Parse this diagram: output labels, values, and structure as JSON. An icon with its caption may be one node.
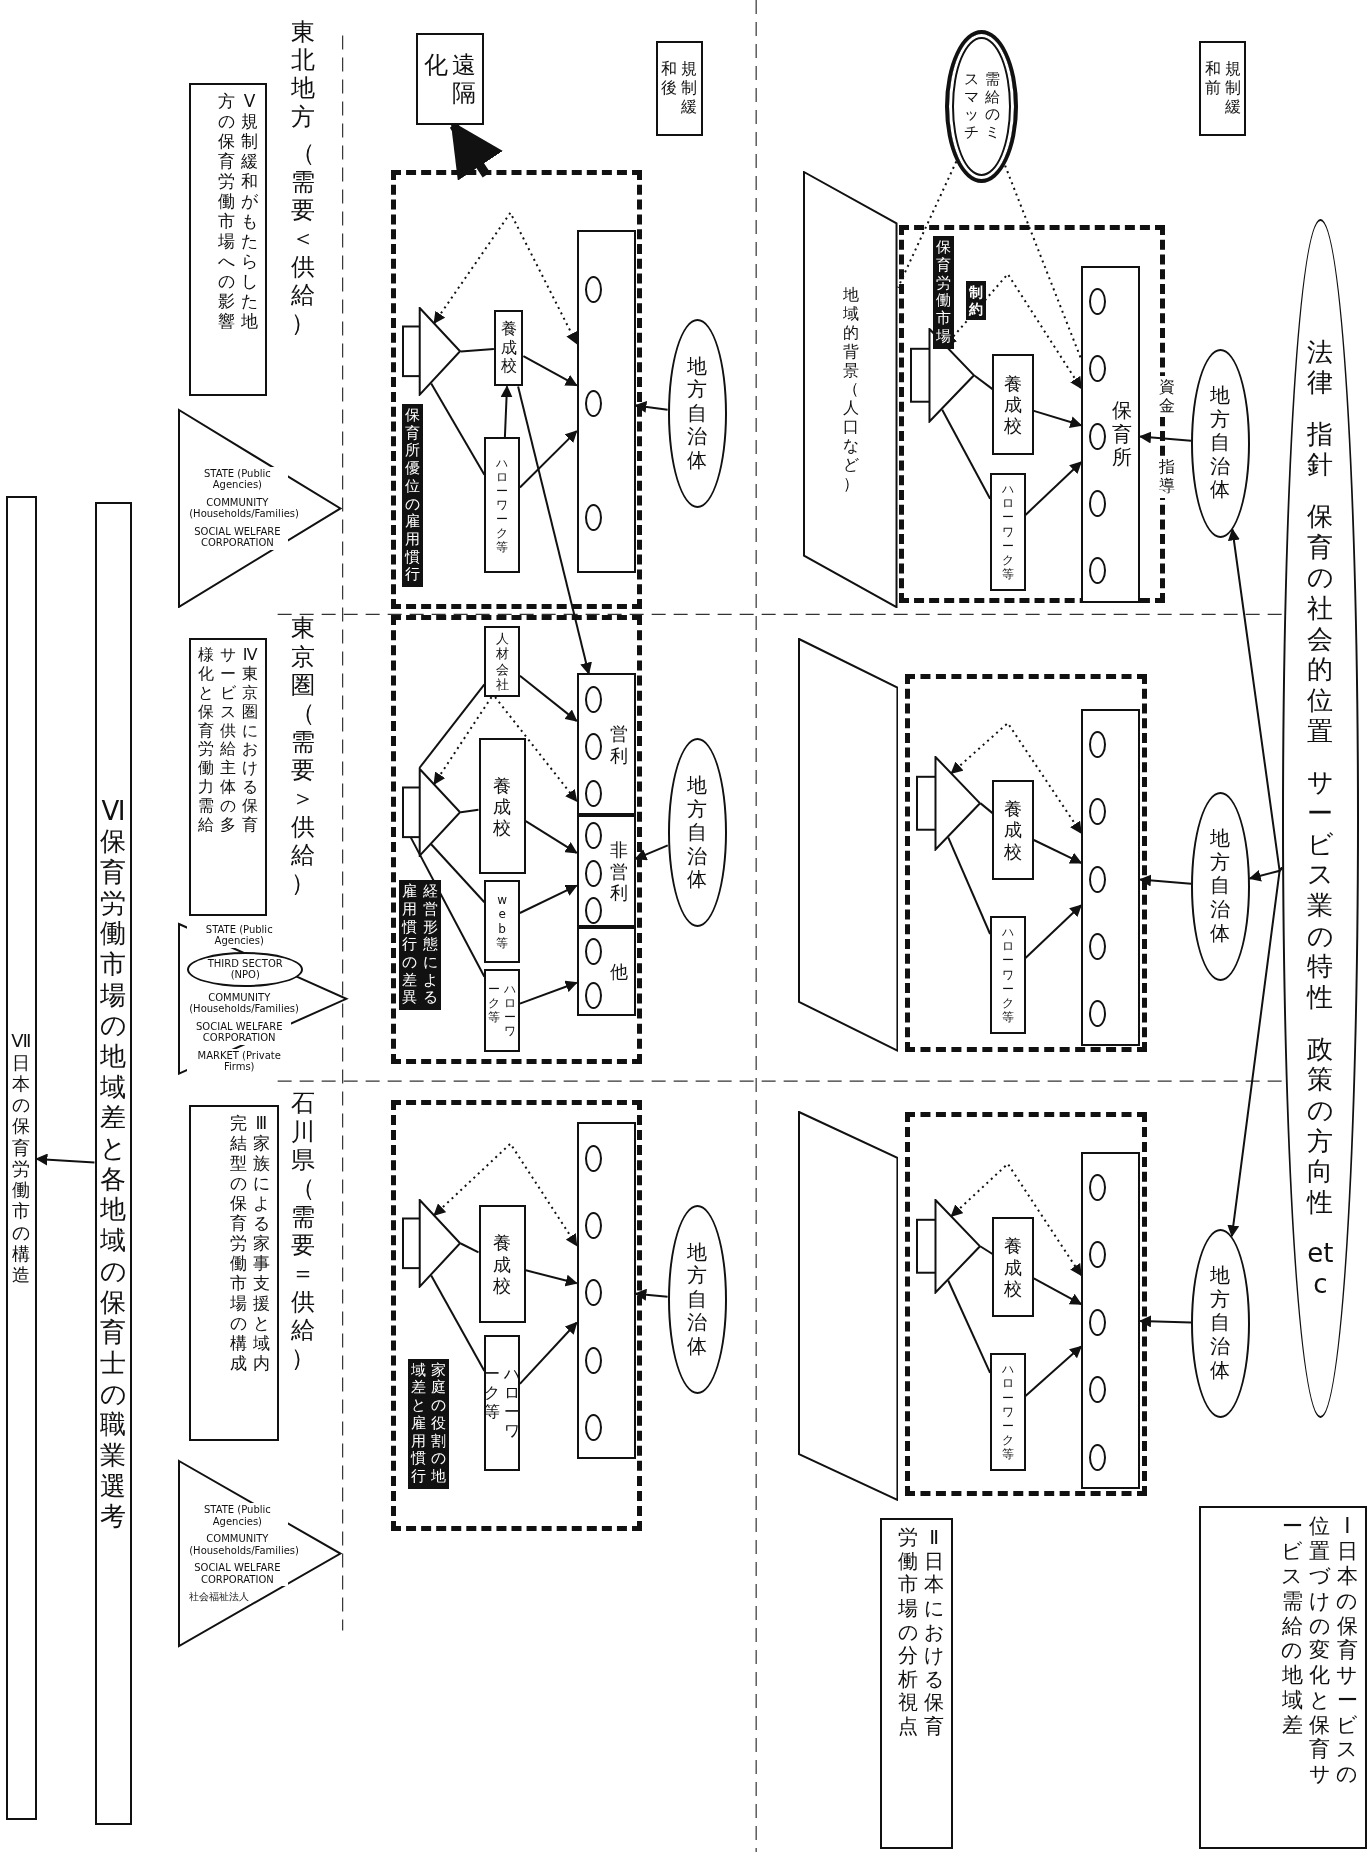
{
  "diagram": {
    "nodes": [
      {
        "text": [
          "法律",
          "指針",
          "保育の社会的位置",
          "サービス業の特性",
          "政策の方向性",
          "etc"
        ]
      },
      {
        "text": [
          "Ⅰ日本の保育サービスの位置づけの変化と保育サービス需給の地域差"
        ]
      },
      {
        "text": [
          "規制緩和前"
        ]
      },
      {
        "text": [
          "需給のミスマッチ"
        ]
      },
      {
        "text": [
          "地方自治体"
        ]
      },
      {
        "text": [
          "保育労働市場"
        ]
      },
      {
        "text": [
          "保育所"
        ],
        "in": 5
      },
      {
        "text": [
          "養成校"
        ],
        "in": 5
      },
      {
        "text": [
          "ハローワーク等"
        ],
        "in": 5
      },
      {
        "text": [],
        "shape": "triangle",
        "in": 5
      },
      {
        "text": [
          "地域的背景（人口など）"
        ]
      },
      {
        "text": [
          "地方自治体"
        ]
      },
      {
        "text": [],
        "shape": "box"
      },
      {
        "text": [],
        "shape": "box",
        "in": 12
      },
      {
        "text": [
          "養成校"
        ],
        "in": 12
      },
      {
        "text": [
          "ハローワーク等"
        ],
        "in": 12
      },
      {
        "text": [],
        "shape": "triangle",
        "in": 12
      },
      {
        "text": [],
        "shape": "parallelogram"
      },
      {
        "text": [
          "地方自治体"
        ]
      },
      {
        "text": [],
        "shape": "box"
      },
      {
        "text": [],
        "shape": "box",
        "in": 19
      },
      {
        "text": [
          "養成校"
        ],
        "in": 19
      },
      {
        "text": [
          "ハローワーク等"
        ],
        "in": 19
      },
      {
        "text": [],
        "shape": "triangle",
        "in": 19
      },
      {
        "text": [],
        "shape": "parallelogram"
      },
      {
        "text": [
          "Ⅱ日本における保育労働市場の分析視点"
        ]
      },
      {
        "text": [
          "規制緩和後"
        ]
      },
      {
        "text": [
          "遠隔化"
        ]
      },
      {
        "text": [
          "地方自治体"
        ]
      },
      {
        "text": [
          "保育所優位の雇用慣行"
        ]
      },
      {
        "text": [],
        "shape": "box",
        "in": 29
      },
      {
        "text": [
          "養成校"
        ],
        "in": 29
      },
      {
        "text": [
          "ハローワーク等"
        ],
        "in": 29
      },
      {
        "text": [],
        "shape": "triangle",
        "in": 29
      },
      {
        "text": [
          "地方自治体"
        ]
      },
      {
        "text": [
          "経営形態による雇用慣行の差異"
        ]
      },
      {
        "text": [
          "営利"
        ],
        "in": 35
      },
      {
        "text": [
          "非営利"
        ],
        "in": 35
      },
      {
        "text": [
          "他"
        ],
        "in": 35
      },
      {
        "text": [
          "人材会社"
        ],
        "in": 35
      },
      {
        "text": [
          "養成校"
        ],
        "in": 35
      },
      {
        "text": [
          "web等"
        ],
        "in": 35
      },
      {
        "text": [
          "ハローワーク等"
        ],
        "in": 35
      },
      {
        "text": [],
        "shape": "triangle",
        "in": 35
      },
      {
        "text": [
          "地方自治体"
        ]
      },
      {
        "text": [
          "家庭の役割の地域差と雇用慣行"
        ]
      },
      {
        "text": [],
        "shape": "box",
        "in": 45
      },
      {
        "text": [
          "養成校"
        ],
        "in": 45
      },
      {
        "text": [
          "ハローワーク等"
        ],
        "in": 45
      },
      {
        "text": [],
        "shape": "triangle",
        "in": 45
      },
      {
        "text": [
          "Ⅴ規制緩和がもたらした地方の保育労働市場への影響"
        ]
      },
      {
        "text": [
          "STATE (Public Agencies)",
          "COMMUNITY (Households/Families)",
          "SOCIAL WELFARE CORPORATION"
        ]
      },
      {
        "text": [
          "Ⅳ東京圏における保育サービス供給主体の多様化と保育労働力需給"
        ]
      },
      {
        "text": [
          "STATE (Public Agencies)",
          "THIRD SECTOR (NPO)",
          "COMMUNITY (Households/Families)",
          "SOCIAL WELFARE CORPORATION",
          "MARKET (Private Firms)"
        ]
      },
      {
        "text": [
          "Ⅲ家族による家事支援と域内完結型の保育労働市場の構成"
        ]
      },
      {
        "text": [
          "STATE (Public Agencies)",
          "COMMUNITY (Households/Families)",
          "SOCIAL WELFARE CORPORATION",
          "社会福祉法人"
        ]
      },
      {
        "text": [
          "Ⅵ保育労働市場の地域差と各地域の保育士の職業選考"
        ]
      },
      {
        "text": [
          "Ⅶ日本の保育労働市の構造"
        ]
      }
    ],
    "edges": [
      {
        "from": 0,
        "to": 4,
        "arrow": "to"
      },
      {
        "from": 0,
        "to": 11,
        "arrow": "to"
      },
      {
        "from": 0,
        "to": 18,
        "arrow": "to"
      },
      {
        "from": 4,
        "to": 6,
        "arrow": "to",
        "label": "資金"
      },
      {
        "from": 3,
        "to": 6,
        "arrow": "none",
        "style": "dashed"
      },
      {
        "from": 3,
        "to": 10,
        "arrow": "none",
        "style": "dashed"
      },
      {
        "from": 9,
        "to": 7,
        "arrow": "none"
      },
      {
        "from": 7,
        "to": 6,
        "arrow": "to"
      },
      {
        "from": 9,
        "to": 8,
        "arrow": "none"
      },
      {
        "from": 8,
        "to": 6,
        "arrow": "to"
      },
      {
        "from": 9,
        "to": 6,
        "arrow": "both",
        "style": "dashed",
        "label": "制約"
      },
      {
        "from": 11,
        "to": 13,
        "arrow": "to"
      },
      {
        "from": 16,
        "to": 14,
        "arrow": "none"
      },
      {
        "from": 14,
        "to": 13,
        "arrow": "to"
      },
      {
        "from": 16,
        "to": 15,
        "arrow": "none"
      },
      {
        "from": 15,
        "to": 13,
        "arrow": "to"
      },
      {
        "from": 16,
        "to": 13,
        "arrow": "both",
        "style": "dashed"
      },
      {
        "from": 18,
        "to": 20,
        "arrow": "to"
      },
      {
        "from": 23,
        "to": 21,
        "arrow": "none"
      },
      {
        "from": 21,
        "to": 20,
        "arrow": "to"
      },
      {
        "from": 23,
        "to": 22,
        "arrow": "none"
      },
      {
        "from": 22,
        "to": 20,
        "arrow": "to"
      },
      {
        "from": 23,
        "to": 20,
        "arrow": "both",
        "style": "dashed"
      },
      {
        "from": 28,
        "to": 30,
        "arrow": "to"
      },
      {
        "from": 33,
        "to": 31,
        "arrow": "none"
      },
      {
        "from": 31,
        "to": 30,
        "arrow": "to"
      },
      {
        "from": 33,
        "to": 32,
        "arrow": "none"
      },
      {
        "from": 32,
        "to": 30,
        "arrow": "to"
      },
      {
        "from": 32,
        "to": 31,
        "arrow": "to"
      },
      {
        "from": 33,
        "to": 30,
        "arrow": "both",
        "style": "dashed"
      },
      {
        "from": 29,
        "to": 27,
        "arrow": "to",
        "style": "thick"
      },
      {
        "from": 31,
        "to": 36,
        "arrow": "to"
      },
      {
        "from": 34,
        "to": 37,
        "arrow": "to"
      },
      {
        "from": 43,
        "to": 39,
        "arrow": "none"
      },
      {
        "from": 39,
        "to": 36,
        "arrow": "to"
      },
      {
        "from": 39,
        "to": 43,
        "arrow": "to",
        "style": "dashed"
      },
      {
        "from": 39,
        "to": 36,
        "arrow": "to",
        "style": "dashed"
      },
      {
        "from": 43,
        "to": 40,
        "arrow": "none"
      },
      {
        "from": 40,
        "to": 37,
        "arrow": "to"
      },
      {
        "from": 43,
        "to": 41,
        "arrow": "none"
      },
      {
        "from": 41,
        "to": 37,
        "arrow": "to"
      },
      {
        "from": 43,
        "to": 42,
        "arrow": "none"
      },
      {
        "from": 42,
        "to": 38,
        "arrow": "to"
      },
      {
        "from": 44,
        "to": 46,
        "arrow": "to"
      },
      {
        "from": 49,
        "to": 47,
        "arrow": "none"
      },
      {
        "from": 47,
        "to": 46,
        "arrow": "to"
      },
      {
        "from": 49,
        "to": 48,
        "arrow": "none"
      },
      {
        "from": 48,
        "to": 46,
        "arrow": "to"
      },
      {
        "from": 49,
        "to": 46,
        "arrow": "both",
        "style": "dashed"
      },
      {
        "from": 56,
        "to": 57,
        "arrow": "to"
      }
    ],
    "labels": [
      "指導",
      "東北地方",
      "（需要＜供給）",
      "東京圏（需要＞供給）",
      "石川県（需要＝供給）"
    ]
  }
}
